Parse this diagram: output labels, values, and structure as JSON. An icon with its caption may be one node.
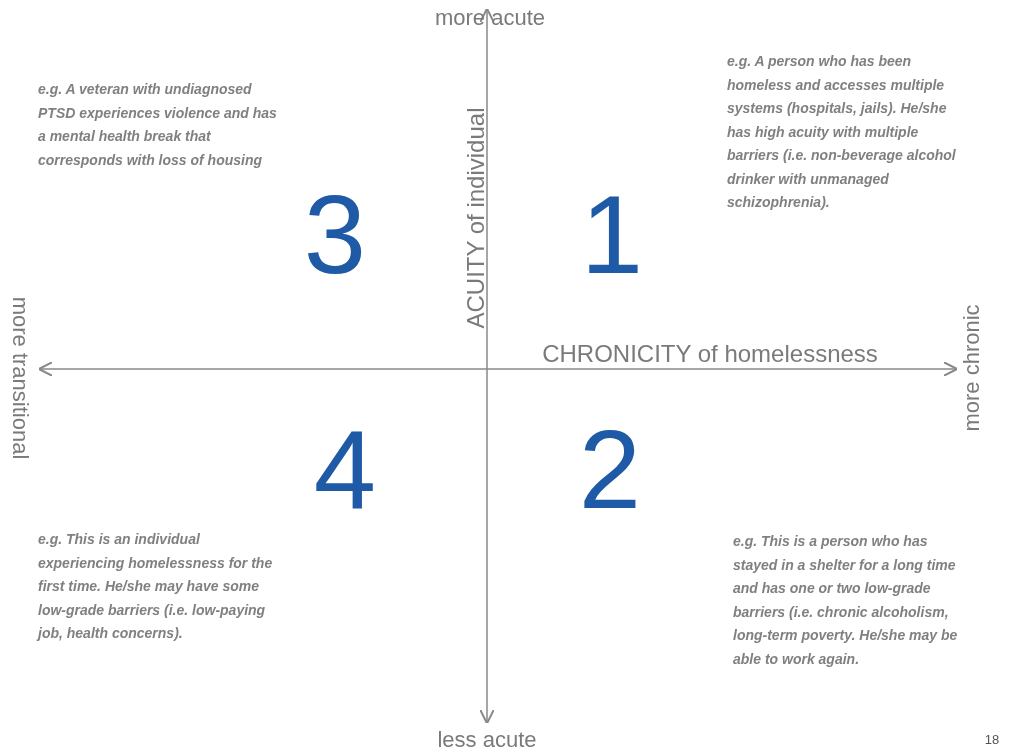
{
  "diagram": {
    "labels": [
      "more acute",
      "e.g. A veteran with undiagnosed PTSD experiences violence and has a mental health break that corresponds with loss of housing",
      "e.g. A person who has been homeless and accesses multiple systems (hospitals, jails). He/she has high acuity with multiple barriers (i.e. non-beverage alcohol drinker with unmanaged schizophrenia).",
      "ACUITY of individual",
      "3",
      "1",
      "more transitional",
      "CHRONICITY of homelessness",
      "more chronic",
      "4",
      "2",
      "e.g. This is an individual experiencing homelessness for the first time. He/she may have some low-grade barriers (i.e. low-paying job, health concerns).",
      "e.g. This is a person who has stayed in a shelter for a long time and has one or two low-grade barriers (i.e. chronic alcoholism, long-term poverty. He/she may be able to work again.",
      "less acute",
      "18"
    ]
  }
}
